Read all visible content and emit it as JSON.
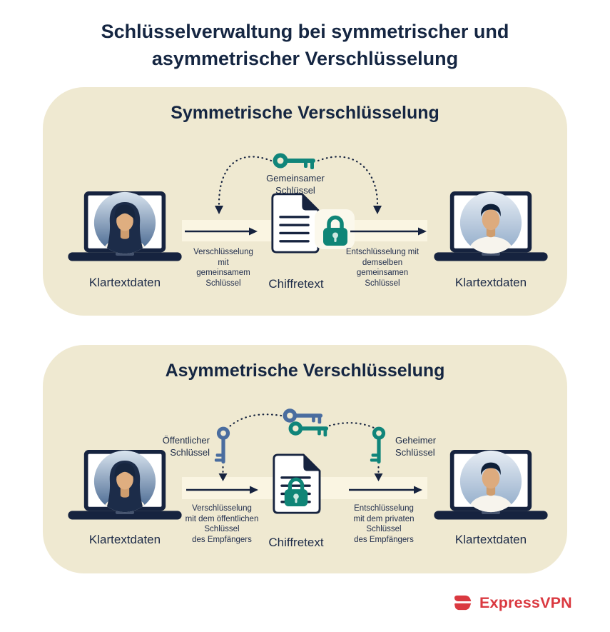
{
  "page": {
    "title": "Schlüsselverwaltung bei symmetrischer und\nasymmetrischer Verschlüsselung"
  },
  "symmetric": {
    "heading": "Symmetrische Verschlüsselung",
    "shared_key_label": "Gemeinsamer\nSchlüssel",
    "sender_label": "Klartextdaten",
    "encrypt_arrow_label": "Verschlüsselung\nmit\ngemeinsamem\nSchlüssel",
    "ciphertext_label": "Chiffretext",
    "decrypt_arrow_label": "Entschlüsselung mit\ndemselben\ngemeinsamen\nSchlüssel",
    "receiver_label": "Klartextdaten"
  },
  "asymmetric": {
    "heading": "Asymmetrische Verschlüsselung",
    "public_key_label": "Öffentlicher\nSchlüssel",
    "secret_key_label": "Geheimer\nSchlüssel",
    "sender_label": "Klartextdaten",
    "encrypt_arrow_label": "Verschlüsselung\nmit dem öffentlichen\nSchlüssel\ndes Empfängers",
    "ciphertext_label": "Chiffretext",
    "decrypt_arrow_label": "Entschlüsselung\nmit dem privaten\nSchlüssel\ndes Empfängers",
    "receiver_label": "Klartextdaten"
  },
  "footer": {
    "brand": "ExpressVPN"
  },
  "colors": {
    "panel_bg": "#efe9d1",
    "band_bg": "#faf5e2",
    "navy": "#16233f",
    "teal": "#10857a",
    "key_blue": "#4a6d9f",
    "brand_red": "#da3940"
  }
}
